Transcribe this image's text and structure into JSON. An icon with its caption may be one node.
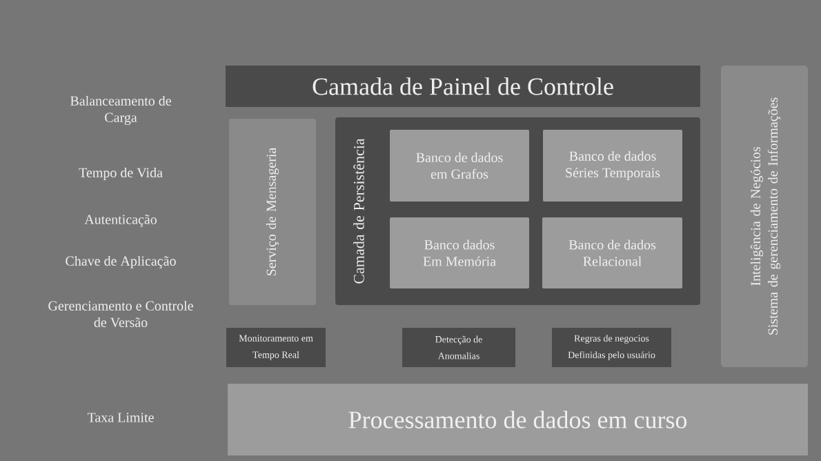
{
  "diagram": {
    "nodes": [
      {
        "text": [
          "Camada de Painel de Controle"
        ]
      },
      {
        "text": [
          "Serviço de Mensageria"
        ]
      },
      {
        "text": [
          "Camada de Persistência"
        ]
      },
      {
        "text": [
          "Banco de dados em Grafos"
        ],
        "in": 2
      },
      {
        "text": [
          "Banco de dados Séries Temporais"
        ],
        "in": 2
      },
      {
        "text": [
          "Banco dados Em Memória"
        ],
        "in": 2
      },
      {
        "text": [
          "Banco de dados Relacional"
        ],
        "in": 2
      },
      {
        "text": [
          "Inteligência de Negócios",
          "Sistema de gerenciamento de Informações"
        ]
      },
      {
        "text": [
          "Monitoramento em Tempo Real"
        ]
      },
      {
        "text": [
          "Detecção de Anomalias"
        ]
      },
      {
        "text": [
          "Regras de negocios Definidas pelo usuário"
        ]
      },
      {
        "text": [
          "Processamento de dados em curso"
        ]
      }
    ],
    "labels": [
      "Balanceamento de Carga",
      "Tempo de Vida",
      "Autenticação",
      "Chave de Aplicação",
      "Gerenciamento e Controle de Versão",
      "Taxa Limite"
    ]
  }
}
